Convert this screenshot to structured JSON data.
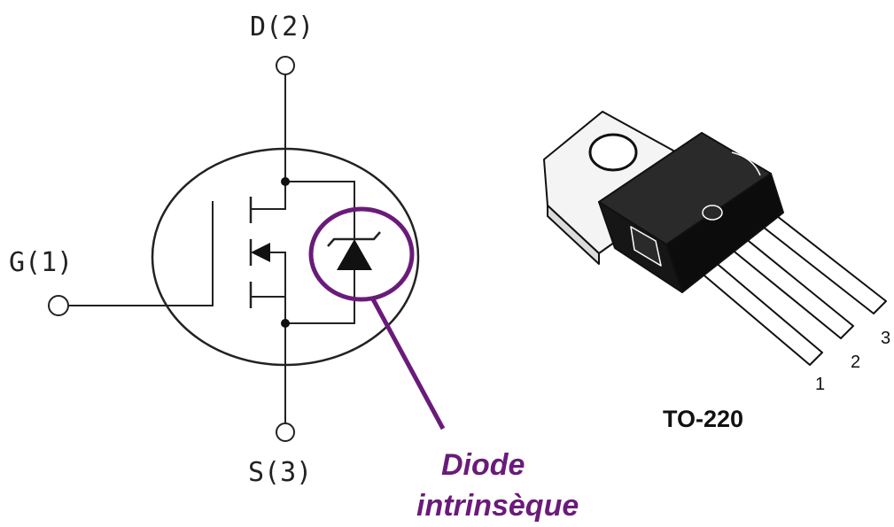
{
  "schematic": {
    "drain_label": "D(2)",
    "gate_label": "G(1)",
    "source_label": "S(3)"
  },
  "annotation": {
    "line1": "Diode",
    "line2": "intrinsèque",
    "color": "#6a1b7a"
  },
  "package": {
    "name": "TO-220",
    "pin_1": "1",
    "pin_2": "2",
    "pin_3": "3"
  },
  "colors": {
    "line": "#222222",
    "body": "#111111",
    "tab": "#f4f4f4"
  }
}
